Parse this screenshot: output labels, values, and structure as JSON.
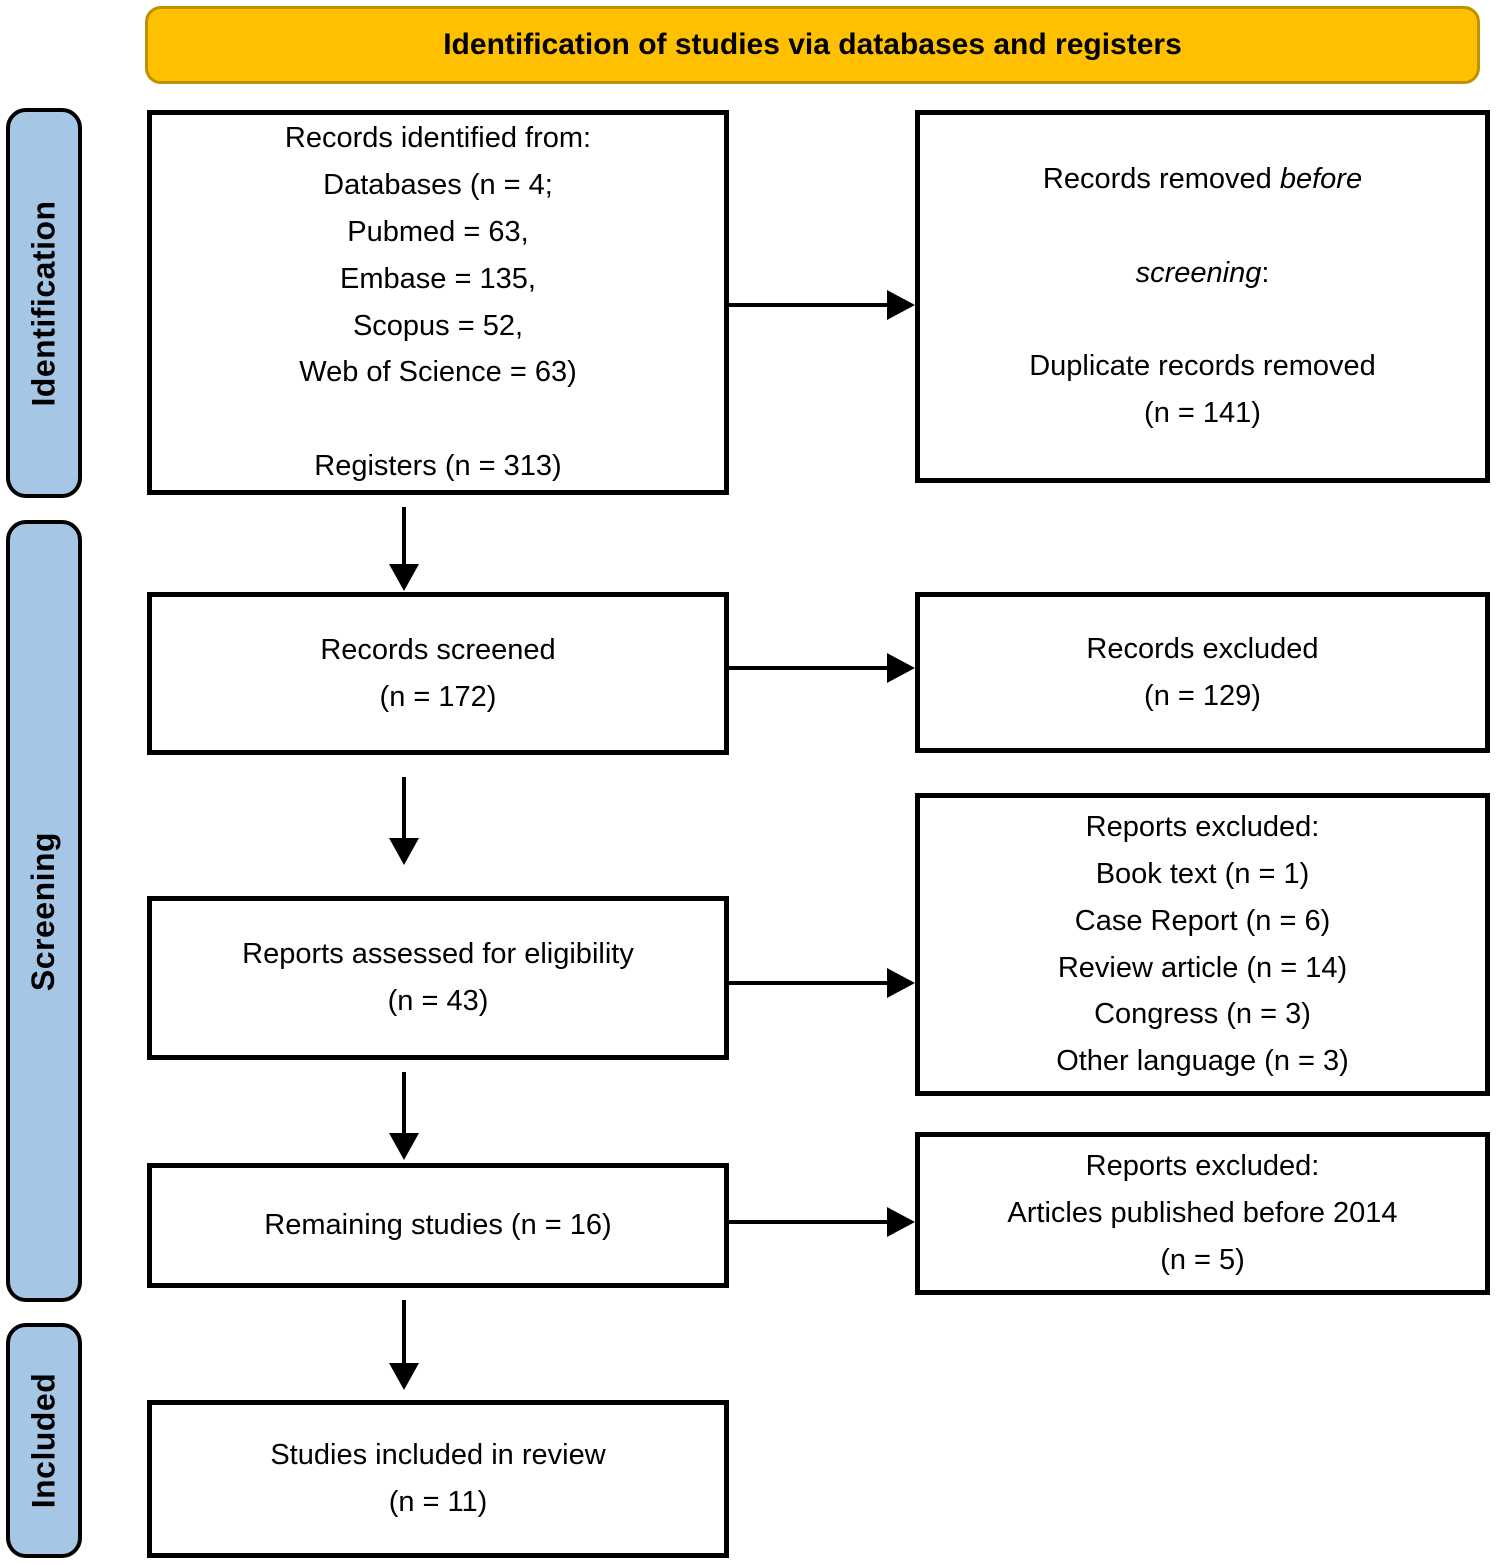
{
  "banner": {
    "title": "Identification of studies via databases and registers"
  },
  "colors": {
    "banner_fill": "#FFC000",
    "banner_border": "#BF9000",
    "stage_fill": "#A6C6E5",
    "box_border": "#000000",
    "arrow": "#000000"
  },
  "stages": {
    "identification": "Identification",
    "screening": "Screening",
    "included": "Included"
  },
  "flow": {
    "records_identified": {
      "lines": [
        "Records identified from:",
        "Databases (n = 4;",
        "Pubmed = 63,",
        "Embase = 135,",
        "Scopus = 52,",
        "Web of Science = 63)",
        "",
        "Registers (n = 313)"
      ]
    },
    "records_removed": {
      "line1_regular": "Records removed ",
      "line1_italic": "before",
      "line2_italic": "screening",
      "line2_suffix": ":",
      "lines": [
        "Duplicate records removed",
        "(n = 141)"
      ]
    },
    "records_screened": {
      "lines": [
        "Records screened",
        "(n = 172)"
      ]
    },
    "records_excluded": {
      "lines": [
        "Records excluded",
        "(n = 129)"
      ]
    },
    "reports_assessed": {
      "lines": [
        "Reports assessed for eligibility",
        "(n = 43)"
      ]
    },
    "reports_excluded_reasons": {
      "lines": [
        "Reports excluded:",
        "Book text (n = 1)",
        "Case Report (n = 6)",
        "Review article (n = 14)",
        "Congress (n = 3)",
        "Other language (n = 3)"
      ]
    },
    "remaining_studies": {
      "lines": [
        "Remaining studies (n = 16)"
      ]
    },
    "reports_excluded_year": {
      "lines": [
        "Reports excluded:",
        "Articles published before 2014",
        "(n = 5)"
      ]
    },
    "studies_included": {
      "lines": [
        "Studies included in review",
        "(n = 11)"
      ]
    }
  }
}
